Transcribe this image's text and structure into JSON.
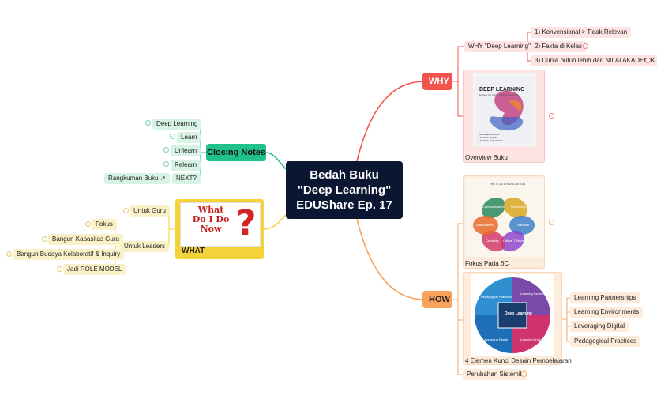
{
  "central": {
    "lines": [
      "Bedah Buku",
      "\"Deep Learning\"",
      "EDUShare Ep. 17"
    ]
  },
  "why": {
    "label": "WHY",
    "reason_label": "WHY \"Deep Learning\"",
    "reasons": [
      "1) Konvensional > Tidak Relevan",
      "2) Fakta di Kelas",
      "3) Dunia butuh lebih dari NILAI AKADEMIK"
    ],
    "overview_label": "Overview Buku",
    "book": {
      "title": "DEEP LEARNING",
      "subtitle": "Engage the World Change the World",
      "authors": [
        "MICHAEL FULLAN",
        "JOANNE QUINN",
        "JOANNE McEACHEN"
      ]
    }
  },
  "how": {
    "label": "HOW",
    "focus_label": "Fokus Pada 6C",
    "six_c_heading": "THE 6 Cs of EDUCATION",
    "six_c_petals": [
      "Communication",
      "Citizenship",
      "Character",
      "Critical Thinking",
      "Creativity",
      "Collaboration"
    ],
    "elements_label": "4 Elemen Kunci Desain Pembelajaran",
    "wheel_center": "Deep Learning",
    "wheel_quadrants": [
      "Pedagogical Practices",
      "Learning Partnerships",
      "Learning Environments",
      "Leveraging Digital"
    ],
    "elements": [
      "Learning Partnerships",
      "Learning Environments",
      "Leveraging Digital",
      "Pedagogical Practices"
    ],
    "systemic_label": "Perubahan Sistemik"
  },
  "closing": {
    "label": "Closing Notes",
    "items": [
      "Deep Learning",
      "Learn",
      "Unlearn",
      "Relearn",
      "NEXT?"
    ],
    "summary": "Rangkuman Buku",
    "link_icon": "external-link-icon"
  },
  "what": {
    "label": "WHAT",
    "image_text": [
      "What",
      "Do I Do",
      "Now"
    ],
    "untuk_guru": "Untuk Guru",
    "untuk_leaders": "Untuk Leaders",
    "leaders_items": [
      "Fokus",
      "Bangun Kapasitas Guru",
      "Bangun Budaya Kolaboratif & Inquiry",
      "Jadi ROLE MODEL"
    ]
  },
  "colors": {
    "why": "#f2544b",
    "how": "#f9a35a",
    "closing": "#22c08a",
    "what": "#f4d23a",
    "central": "#0b1633"
  }
}
